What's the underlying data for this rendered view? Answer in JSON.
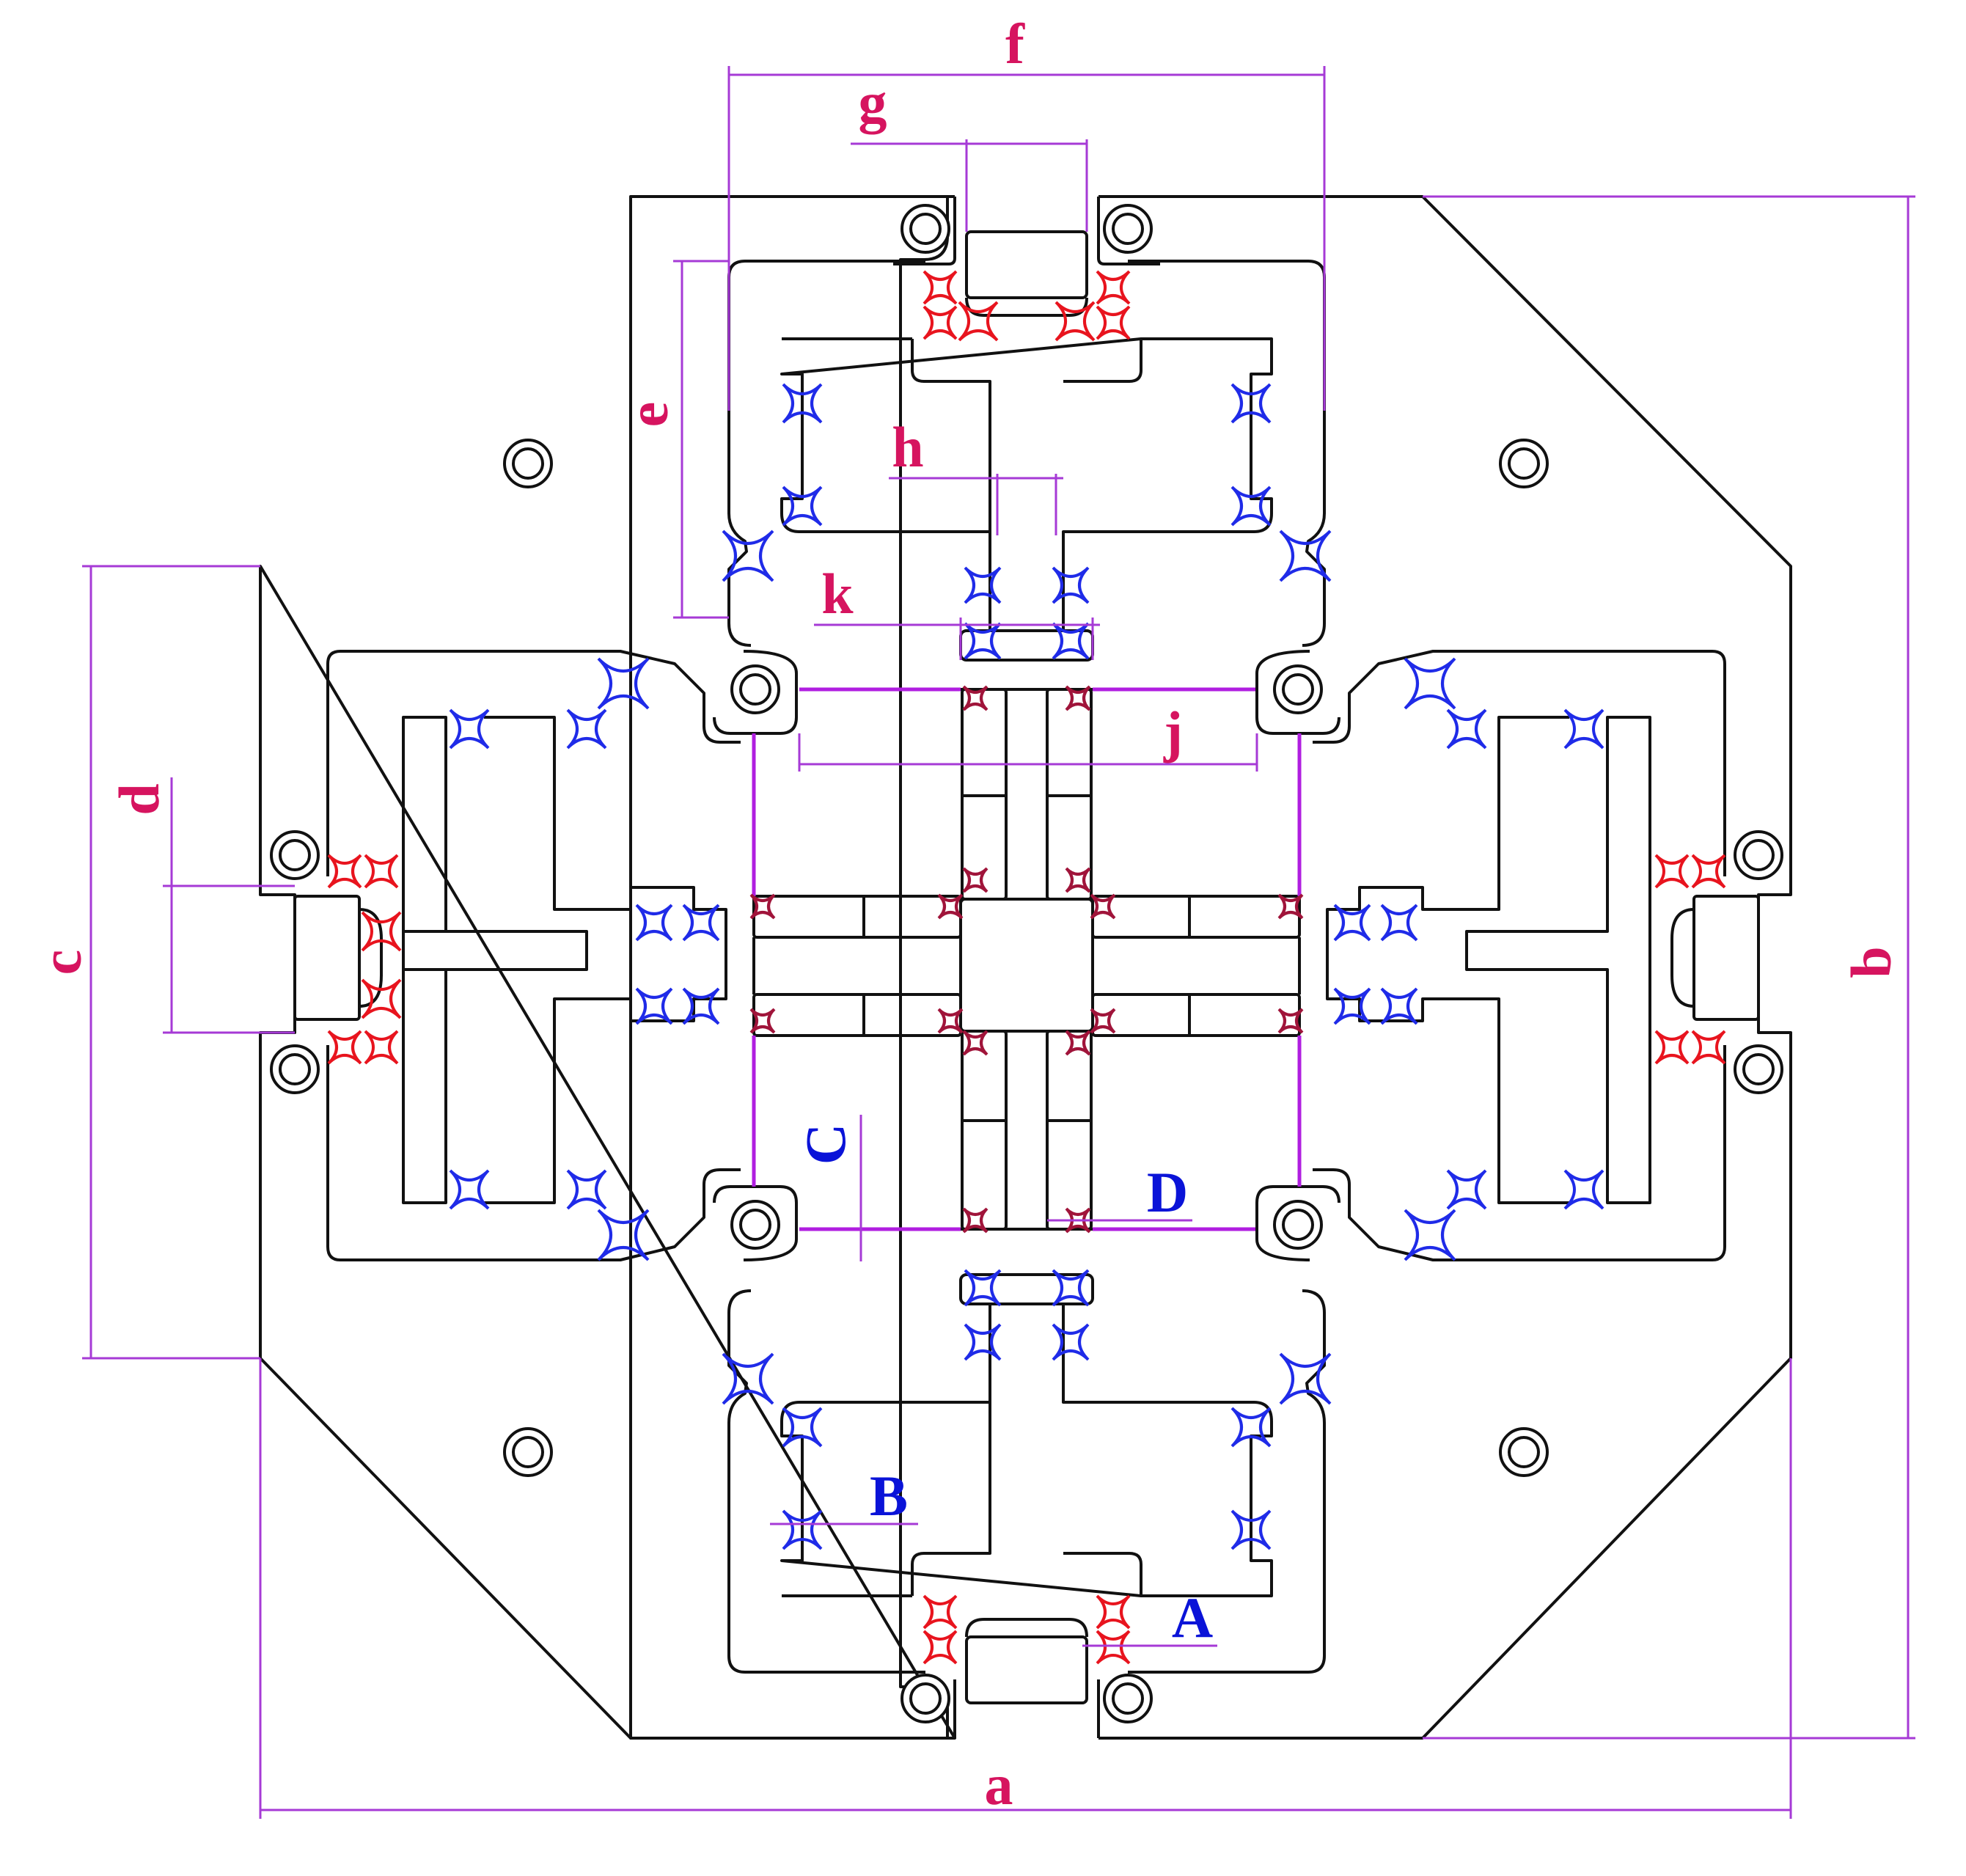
{
  "colors": {
    "outline": "#111111",
    "dimension": "#a63ad6",
    "frame": "#b01ee0",
    "dimension_label": "#d6145f",
    "hinge_label": "#0a13d8",
    "hinge_red": "#e8141e",
    "hinge_blue": "#1f2be8",
    "hinge_dark": "#a0143a"
  },
  "dimension_labels": {
    "a": "a",
    "b": "b",
    "c": "c",
    "d": "d",
    "e": "e",
    "f": "f",
    "g": "g",
    "h": "h",
    "j": "j",
    "k": "k"
  },
  "hinge_labels": {
    "A": "A",
    "B": "B",
    "C": "C",
    "D": "D"
  }
}
